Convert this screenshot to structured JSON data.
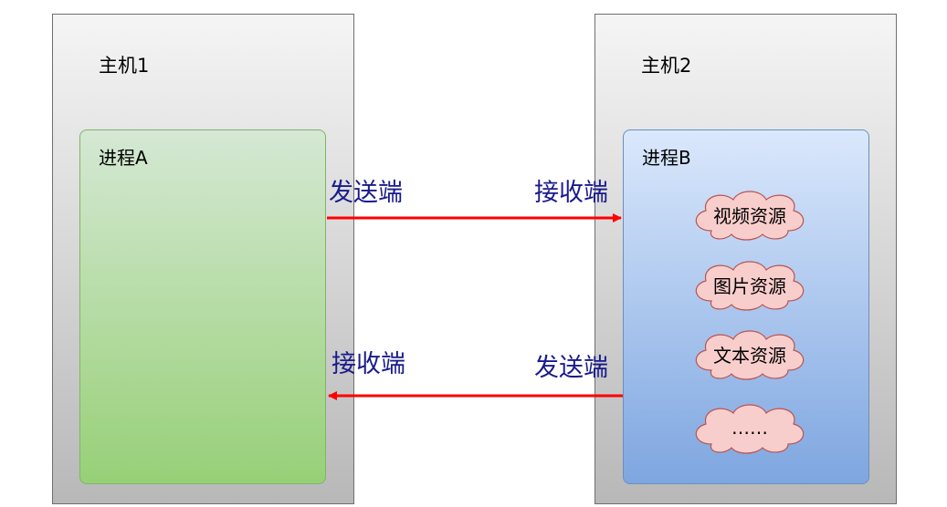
{
  "host1": {
    "label": "主机1"
  },
  "host2": {
    "label": "主机2"
  },
  "processA": {
    "label": "进程A"
  },
  "processB": {
    "label": "进程B"
  },
  "connection_top": {
    "left_label": "发送端",
    "right_label": "接收端",
    "direction": "A-to-B"
  },
  "connection_bottom": {
    "left_label": "接收端",
    "right_label": "发送端",
    "direction": "B-to-A"
  },
  "resources": [
    {
      "label": "视频资源"
    },
    {
      "label": "图片资源"
    },
    {
      "label": "文本资源"
    },
    {
      "label": "……"
    }
  ],
  "colors": {
    "arrow": "#ff0000",
    "end_label_text": "#1a1a8c",
    "cloud_fill": "#f8cecc",
    "cloud_stroke": "#b85450",
    "processA_fill_top": "#d5e8d4",
    "processA_fill_bottom": "#97d077",
    "processB_fill_top": "#dae8fc",
    "processB_fill_bottom": "#7ea6e0"
  }
}
